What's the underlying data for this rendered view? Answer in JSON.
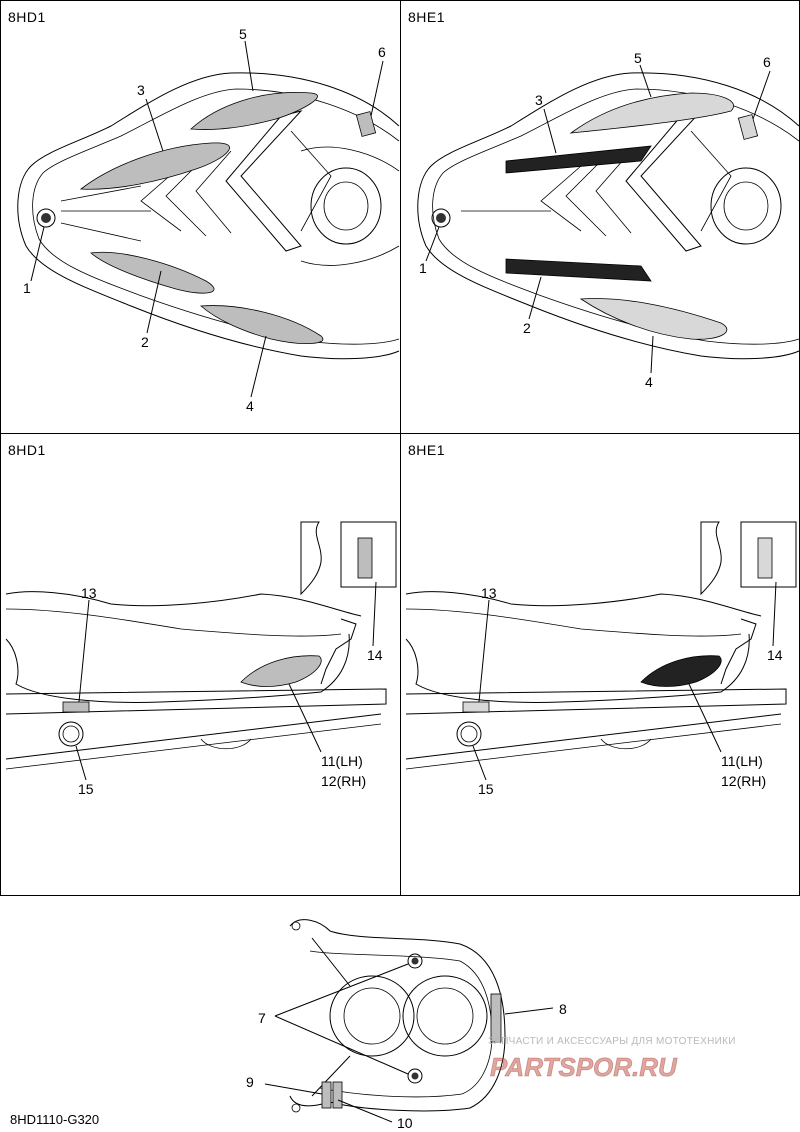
{
  "panels": [
    {
      "model": "8HD1"
    },
    {
      "model": "8HE1"
    },
    {
      "model": "8HD1"
    },
    {
      "model": "8HE1"
    }
  ],
  "callouts": {
    "c1": "1",
    "c2": "2",
    "c3": "3",
    "c4": "4",
    "c5": "5",
    "c6": "6",
    "c7": "7",
    "c8": "8",
    "c9": "9",
    "c10": "10",
    "c11": "11(LH)",
    "c12": "12(RH)",
    "c13": "13",
    "c14": "14",
    "c15": "15"
  },
  "footer": {
    "code": "8HD1110-G320"
  },
  "watermark": {
    "caption": "ЗАПЧАСТИ И АКСЕССУАРЫ ДЛЯ МОТОТЕХНИКИ",
    "logo": "PARTSPOR.RU"
  },
  "colors": {
    "line": "#000000",
    "decal": "#bdbdbd",
    "watermark": "#c0392b"
  }
}
